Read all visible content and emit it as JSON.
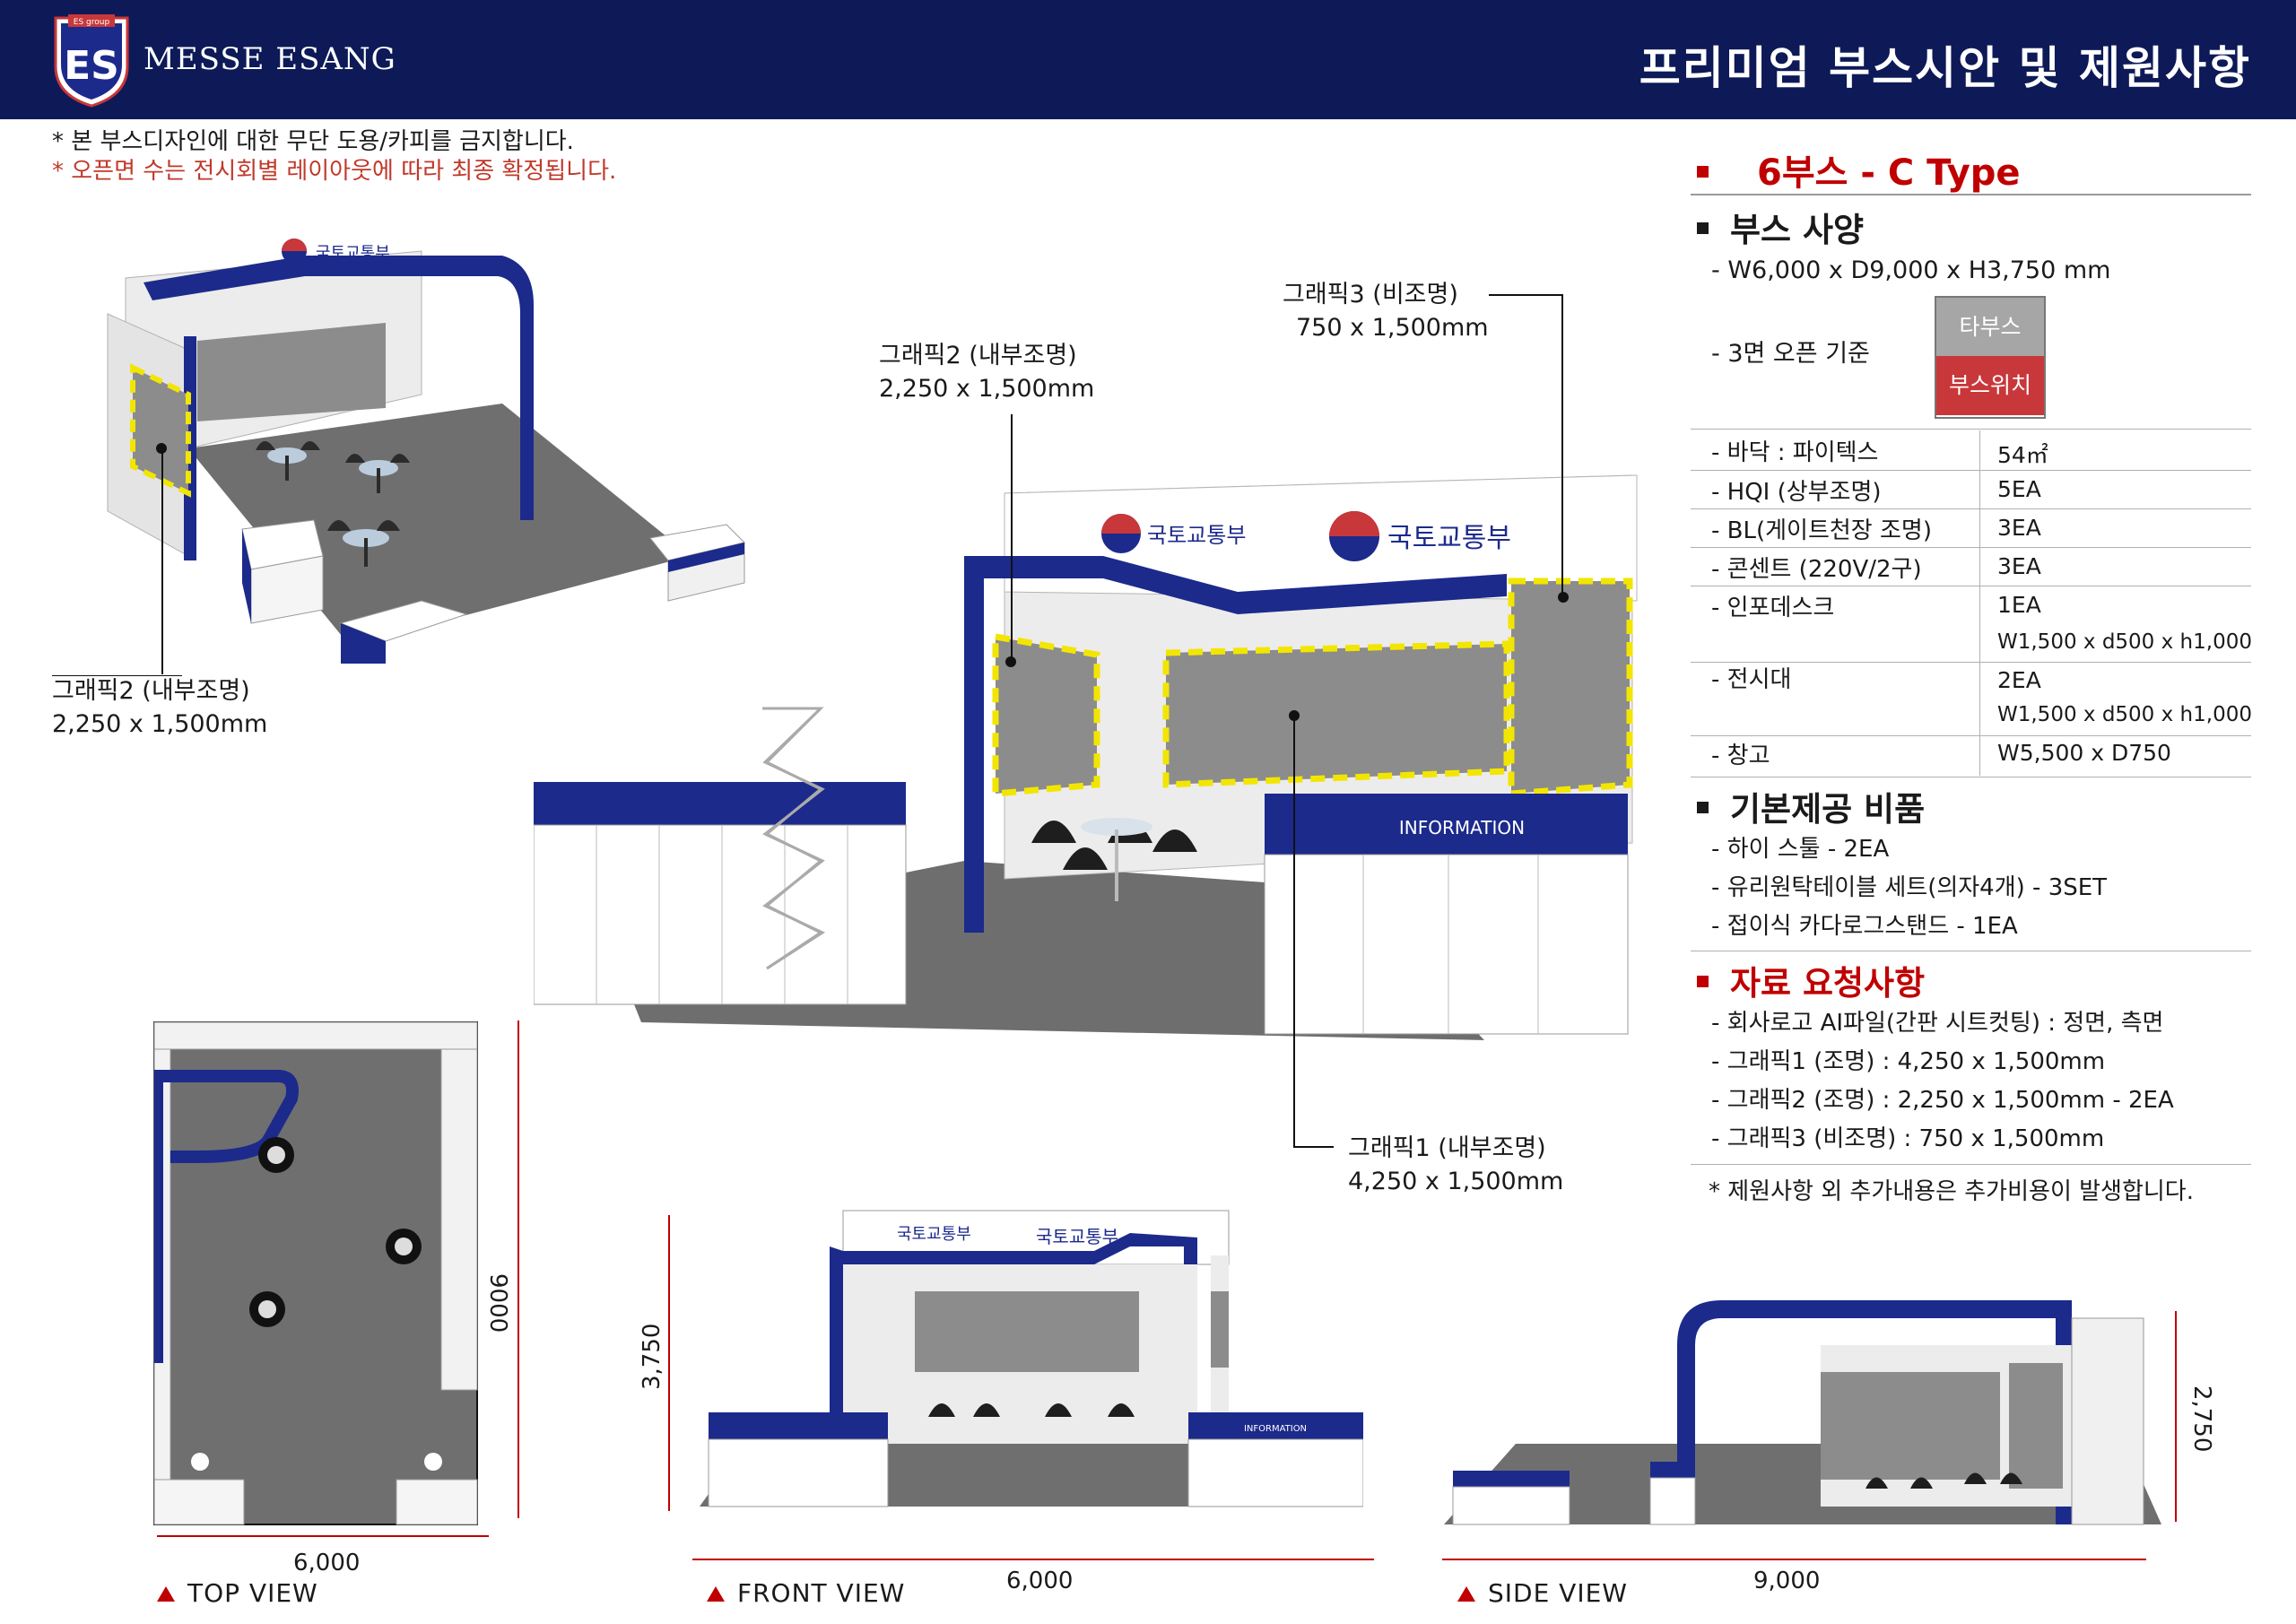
{
  "header": {
    "logo_small": "ES group",
    "logo_mark": "ES",
    "company": "MESSE ESANG",
    "title": "프리미엄 부스시안 및 제원사항"
  },
  "notes": {
    "copyright": "* 본 부스디자인에 대한 무단 도용/카피를 금지합니다.",
    "layout": "* 오픈면 수는 전시회별 레이아웃에 따라 최종 확정됩니다."
  },
  "callouts": {
    "graphic2_left_title": "그래픽2 (내부조명)",
    "graphic2_left_size": "2,250 x 1,500mm",
    "graphic2_mid_title": "그래픽2 (내부조명)",
    "graphic2_mid_size": "2,250 x 1,500mm",
    "graphic3_title": "그래픽3 (비조명)",
    "graphic3_size": "750 x 1,500mm",
    "graphic1_title": "그래픽1 (내부조명)",
    "graphic1_size": "4,250 x 1,500mm"
  },
  "booth_signage": {
    "ministry": "국토교통부",
    "information": "INFORMATION"
  },
  "spec_panel": {
    "type_title": "6부스 - C Type",
    "booth_spec_title": "부스 사양",
    "dimensions": "- W6,000 x D9,000 x H3,750 mm",
    "open_sides": "- 3면 오픈 기준",
    "legend_other": "타부스",
    "legend_position": "부스위치",
    "spec_rows": [
      {
        "label": "- 바닥 : 파이텍스",
        "value": "54㎡"
      },
      {
        "label": "- HQI (상부조명)",
        "value": "5EA"
      },
      {
        "label": "- BL(게이트천장 조명)",
        "value": "3EA"
      },
      {
        "label": "- 콘센트 (220V/2구)",
        "value": "3EA"
      },
      {
        "label": "- 인포데스크",
        "value": "1EA"
      },
      {
        "label": "",
        "value": "W1,500 x d500 x h1,000"
      },
      {
        "label": "- 전시대",
        "value": "2EA"
      },
      {
        "label": "",
        "value": "W1,500 x d500 x h1,000"
      },
      {
        "label": "- 창고",
        "value": "W5,500 x D750"
      }
    ],
    "basic_items_title": "기본제공 비품",
    "basic_items": [
      "- 하이 스툴 - 2EA",
      "- 유리원탁테이블 세트(의자4개) - 3SET",
      "- 접이식 카다로그스탠드 - 1EA"
    ],
    "request_title": "자료 요청사항",
    "requests": [
      "- 회사로고 AI파일(간판 시트컷팅) : 정면, 측면",
      "- 그래픽1 (조명) : 4,250 x 1,500mm",
      "- 그래픽2 (조명) : 2,250 x 1,500mm - 2EA",
      "- 그래픽3 (비조명) : 750  x 1,500mm"
    ],
    "extra_note": "* 제원사항 외 추가내용은 추가비용이 발생합니다."
  },
  "views": {
    "top": {
      "label": "TOP VIEW",
      "width": "6,000",
      "depth": "9000"
    },
    "front": {
      "label": "FRONT VIEW",
      "width": "6,000",
      "height": "3,750"
    },
    "side": {
      "label": "SIDE VIEW",
      "width": "9,000",
      "height": "2,750"
    }
  },
  "colors": {
    "navy": "#0d1a57",
    "booth_blue": "#1c2a8c",
    "accent_red": "#c00000",
    "graphic_gray": "#8c8c8c",
    "highlight_yellow": "#f2e600",
    "legend_gray": "#a6a6a6",
    "legend_red": "#c8373a"
  }
}
